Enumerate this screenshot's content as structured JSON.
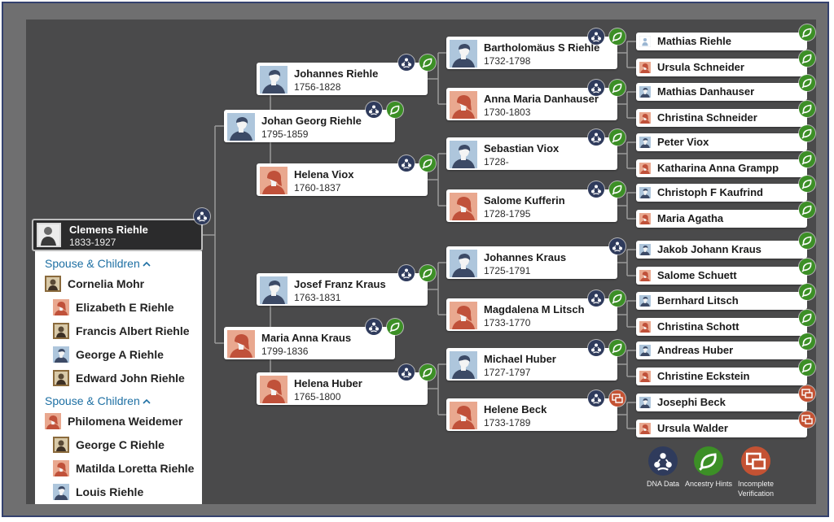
{
  "colors": {
    "dna": "#2f3b5c",
    "hint": "#3c8f26",
    "incomplete": "#c45233",
    "male_bg": "#aec6dc",
    "female_bg": "#e9a88f",
    "link": "#1d6fa3"
  },
  "root": {
    "name": "Clemens Riehle",
    "life": "1833-1927"
  },
  "family": {
    "groups": [
      {
        "heading": "Spouse & Children",
        "spouse": {
          "name": "Cornelia Mohr",
          "icon": "photo"
        },
        "children": [
          {
            "name": "Elizabeth E Riehle",
            "icon": "female"
          },
          {
            "name": "Francis Albert Riehle",
            "icon": "photo"
          },
          {
            "name": "George A Riehle",
            "icon": "male"
          },
          {
            "name": "Edward John Riehle",
            "icon": "photo"
          }
        ]
      },
      {
        "heading": "Spouse & Children",
        "spouse": {
          "name": "Philomena Weidemer",
          "icon": "female"
        },
        "children": [
          {
            "name": "George C Riehle",
            "icon": "photo"
          },
          {
            "name": "Matilda Loretta Riehle",
            "icon": "female"
          },
          {
            "name": "Louis Riehle",
            "icon": "male"
          }
        ]
      }
    ]
  },
  "tree": {
    "parents": [
      {
        "name": "Johan Georg Riehle",
        "life": "1795-1859",
        "gender": "male",
        "badges": [
          "dna",
          "hint"
        ]
      },
      {
        "name": "Maria Anna Kraus",
        "life": "1799-1836",
        "gender": "female",
        "badges": [
          "dna",
          "hint"
        ]
      }
    ],
    "grandparents": [
      {
        "name": "Johannes Riehle",
        "life": "1756-1828",
        "gender": "male",
        "badges": [
          "dna",
          "hint"
        ]
      },
      {
        "name": "Helena Viox",
        "life": "1760-1837",
        "gender": "female",
        "badges": [
          "dna",
          "hint"
        ]
      },
      {
        "name": "Josef Franz Kraus",
        "life": "1763-1831",
        "gender": "male",
        "badges": [
          "dna",
          "hint"
        ]
      },
      {
        "name": "Helena Huber",
        "life": "1765-1800",
        "gender": "female",
        "badges": [
          "dna",
          "hint"
        ]
      }
    ],
    "great_grandparents": [
      {
        "name": "Bartholomäus S Riehle",
        "life": "1732-1798",
        "gender": "male",
        "badges": [
          "dna",
          "hint"
        ]
      },
      {
        "name": "Anna Maria Danhauser",
        "life": "1730-1803",
        "gender": "female",
        "badges": [
          "dna",
          "hint"
        ]
      },
      {
        "name": "Sebastian Viox",
        "life": "1728-",
        "gender": "male",
        "badges": [
          "dna",
          "hint"
        ]
      },
      {
        "name": "Salome Kufferin",
        "life": "1728-1795",
        "gender": "female",
        "badges": [
          "dna",
          "hint"
        ]
      },
      {
        "name": "Johannes Kraus",
        "life": "1725-1791",
        "gender": "male",
        "badges": [
          "dna"
        ]
      },
      {
        "name": "Magdalena M Litsch",
        "life": "1733-1770",
        "gender": "female",
        "badges": [
          "dna",
          "hint"
        ]
      },
      {
        "name": "Michael Huber",
        "life": "1727-1797",
        "gender": "male",
        "badges": [
          "dna",
          "hint"
        ]
      },
      {
        "name": "Helene Beck",
        "life": "1733-1789",
        "gender": "female",
        "badges": [
          "dna",
          "incomplete"
        ]
      }
    ],
    "great_great_grandparents": [
      {
        "name": "Mathias Riehle",
        "gender": "unknown",
        "badges": [
          "hint"
        ]
      },
      {
        "name": "Ursula Schneider",
        "gender": "female",
        "badges": [
          "hint"
        ]
      },
      {
        "name": "Mathias Danhauser",
        "gender": "male",
        "badges": [
          "hint"
        ]
      },
      {
        "name": "Christina Schneider",
        "gender": "female",
        "badges": [
          "hint"
        ]
      },
      {
        "name": "Peter Viox",
        "gender": "male",
        "badges": [
          "hint"
        ]
      },
      {
        "name": "Katharina Anna Grampp",
        "gender": "female",
        "badges": [
          "hint"
        ]
      },
      {
        "name": "Christoph F Kaufrind",
        "gender": "male",
        "badges": [
          "hint"
        ]
      },
      {
        "name": "Maria Agatha",
        "gender": "female",
        "badges": [
          "hint"
        ]
      },
      {
        "name": "Jakob Johann Kraus",
        "gender": "male",
        "badges": [
          "hint"
        ]
      },
      {
        "name": "Salome Schuett",
        "gender": "female",
        "badges": [
          "hint"
        ]
      },
      {
        "name": "Bernhard Litsch",
        "gender": "male",
        "badges": [
          "hint"
        ]
      },
      {
        "name": "Christina Schott",
        "gender": "female",
        "badges": [
          "hint"
        ]
      },
      {
        "name": "Andreas Huber",
        "gender": "male",
        "badges": [
          "hint"
        ]
      },
      {
        "name": "Christine Eckstein",
        "gender": "female",
        "badges": [
          "hint"
        ]
      },
      {
        "name": "Josephi Beck",
        "gender": "male",
        "badges": [
          "incomplete"
        ]
      },
      {
        "name": "Ursula Walder",
        "gender": "female",
        "badges": [
          "incomplete"
        ]
      }
    ]
  },
  "legend": [
    {
      "key": "dna",
      "label": "DNA Data",
      "icon": "dna-data-icon"
    },
    {
      "key": "hint",
      "label": "Ancestry Hints",
      "icon": "ancestry-hint-icon"
    },
    {
      "key": "incomplete",
      "label": "Incomplete Verification",
      "icon": "incomplete-verification-icon"
    }
  ]
}
